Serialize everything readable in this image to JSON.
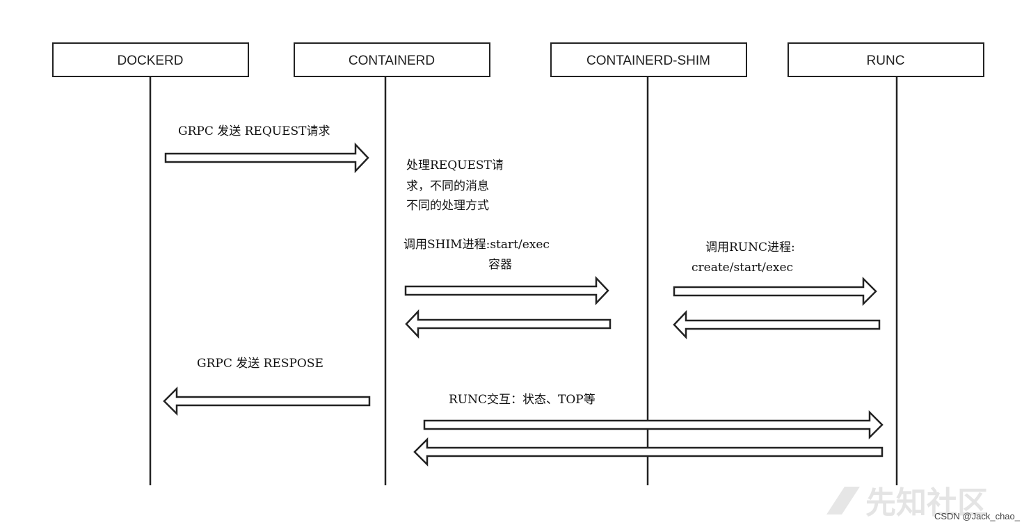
{
  "actors": [
    {
      "id": "dockerd",
      "label": "DOCKERD"
    },
    {
      "id": "containerd",
      "label": "CONTAINERD"
    },
    {
      "id": "shim",
      "label": "CONTAINERD-SHIM"
    },
    {
      "id": "runc",
      "label": "RUNC"
    }
  ],
  "messages": {
    "grpc_request": "GRPC 发送 REQUEST请求",
    "process_request": [
      "处理REQUEST请",
      "求，不同的消息",
      "不同的处理方式"
    ],
    "call_shim": [
      "调用SHIM进程:start/exec",
      "容器"
    ],
    "call_runc": [
      "调用RUNC进程:",
      "create/start/exec"
    ],
    "grpc_response": "GRPC 发送 RESPOSE",
    "runc_interact": "RUNC交互：状态、TOP等"
  },
  "watermark": {
    "logo": "先知社区",
    "credit": "CSDN @Jack_chao_"
  },
  "colors": {
    "line": "#222222",
    "arrow_fill": "#ffffff"
  }
}
